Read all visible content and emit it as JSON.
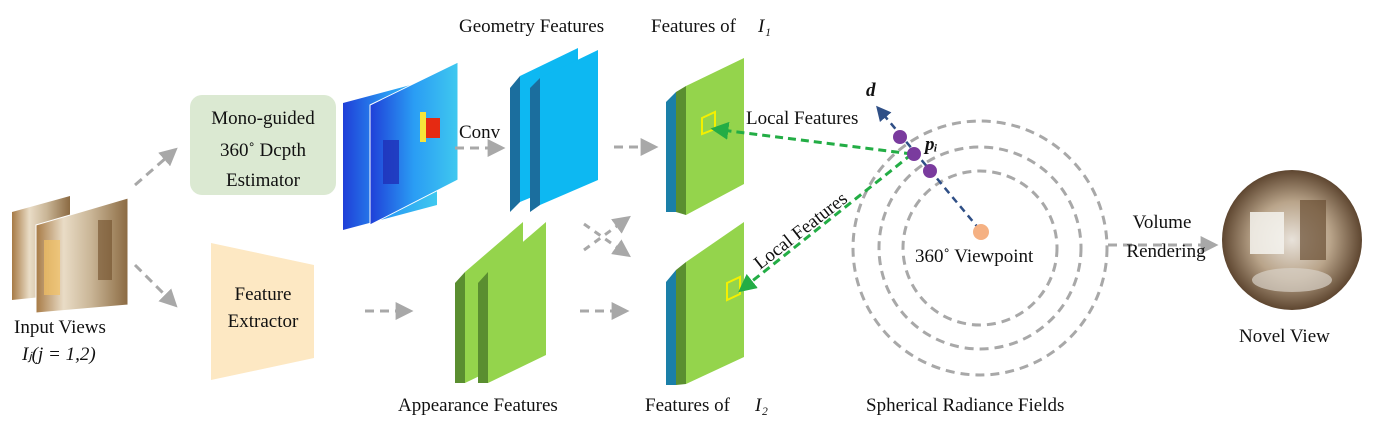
{
  "labels": {
    "input_views": "Input Views",
    "input_views_formula": "Iⱼ(j = 1,2)",
    "mono_guided_line1": "Mono-guided",
    "mono_guided_line2": "360˚ Dcpth",
    "mono_guided_line3": "Estimator",
    "feature_extractor_line1": "Feature",
    "feature_extractor_line2": "Extractor",
    "conv": "Conv",
    "geometry_features": "Geometry Features",
    "appearance_features": "Appearance Features",
    "features_of_prefix": "Features of",
    "i1": "I₁",
    "i2": "I₂",
    "local_features_top": "Local Features",
    "local_features_bottom": "Local Features",
    "d": "d",
    "p_i": "pᵢ",
    "viewpoint": "360˚ Viewpoint",
    "volume": "Volume",
    "rendering": "Rendering",
    "novel_view": "Novel View",
    "spherical_radiance_fields": "Spherical Radiance Fields"
  },
  "colors": {
    "arrow_gray": "#a8a8a8",
    "mono_box": "#dbe9d2",
    "extractor_box": "#fde8c3",
    "geometry_front": "#0db8f2",
    "geometry_side": "#1b6e9e",
    "appearance_front": "#94d44c",
    "appearance_side": "#5a8e30",
    "feature_side": "#1b7fa8",
    "local_arrow": "#23ad45",
    "ray": "#2f4f86",
    "sample_point": "#7a3b9e",
    "viewpoint": "#f5b183",
    "highlight": "#f4f000"
  }
}
